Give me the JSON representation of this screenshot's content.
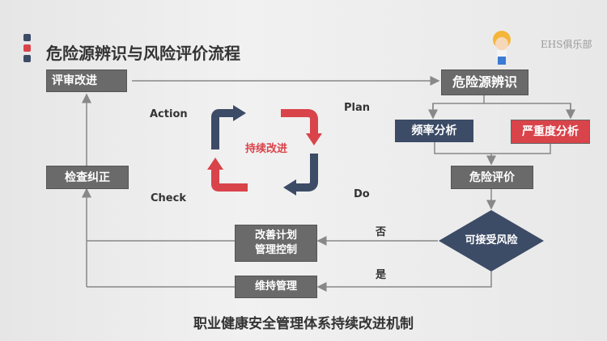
{
  "title": "危险源辨识与风险评价流程",
  "brand": "EHS俱乐部",
  "boxes": {
    "review": "评审改进",
    "hazard_id": "危险源辨识",
    "frequency": "频率分析",
    "severity": "严重度分析",
    "risk_eval": "危险评价",
    "acceptable": "可接受风险",
    "improve_line1": "改善计划",
    "improve_line2": "管理控制",
    "maintain": "维持管理",
    "check_correct": "检查纠正"
  },
  "pdca": {
    "action": "Action",
    "plan": "Plan",
    "check": "Check",
    "do": "Do",
    "center": "持续改进"
  },
  "decision": {
    "no": "否",
    "yes": "是"
  },
  "caption": "职业健康安全管理体系持续改进机制",
  "colors": {
    "navy": "#3c4b66",
    "red": "#d9434a",
    "gray": "#6a6a6a"
  }
}
